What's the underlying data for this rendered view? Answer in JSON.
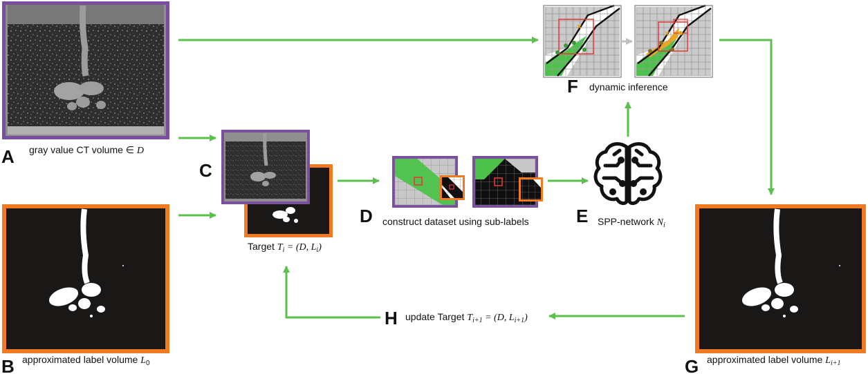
{
  "colors": {
    "purple": "#7a4fa0",
    "orange": "#f07a22",
    "green_arrow": "#5bbf4b",
    "gray_arrow": "#c0c0c0",
    "grid_gray": "#c8c8c8",
    "green_fill": "#4cc24a",
    "yellow_fill": "#f2a817",
    "red": "#e53935"
  },
  "panels": {
    "A": {
      "letter": "A",
      "label": "gray value CT volume ∈ ",
      "math": "D"
    },
    "B": {
      "letter": "B",
      "label": "approximated label volume ",
      "math": "L",
      "sub": "0"
    },
    "C": {
      "letter": "C",
      "label": "Target ",
      "math": "T",
      "sub": "i",
      "rest": " = (D, L",
      "rest_sub": "i",
      "close": ")"
    },
    "D": {
      "letter": "D",
      "label": "construct dataset using sub-labels"
    },
    "E": {
      "letter": "E",
      "label": "SPP-network ",
      "math": "N",
      "sub": "i"
    },
    "F": {
      "letter": "F",
      "label": "dynamic inference"
    },
    "G": {
      "letter": "G",
      "label": "approximated label volume ",
      "math": "L",
      "sub": "i+1"
    },
    "H": {
      "letter": "H",
      "label": "update Target ",
      "math": "T",
      "sub": "i+1",
      "rest": " = (D, L",
      "rest_sub": "i+1",
      "close": ")"
    }
  }
}
